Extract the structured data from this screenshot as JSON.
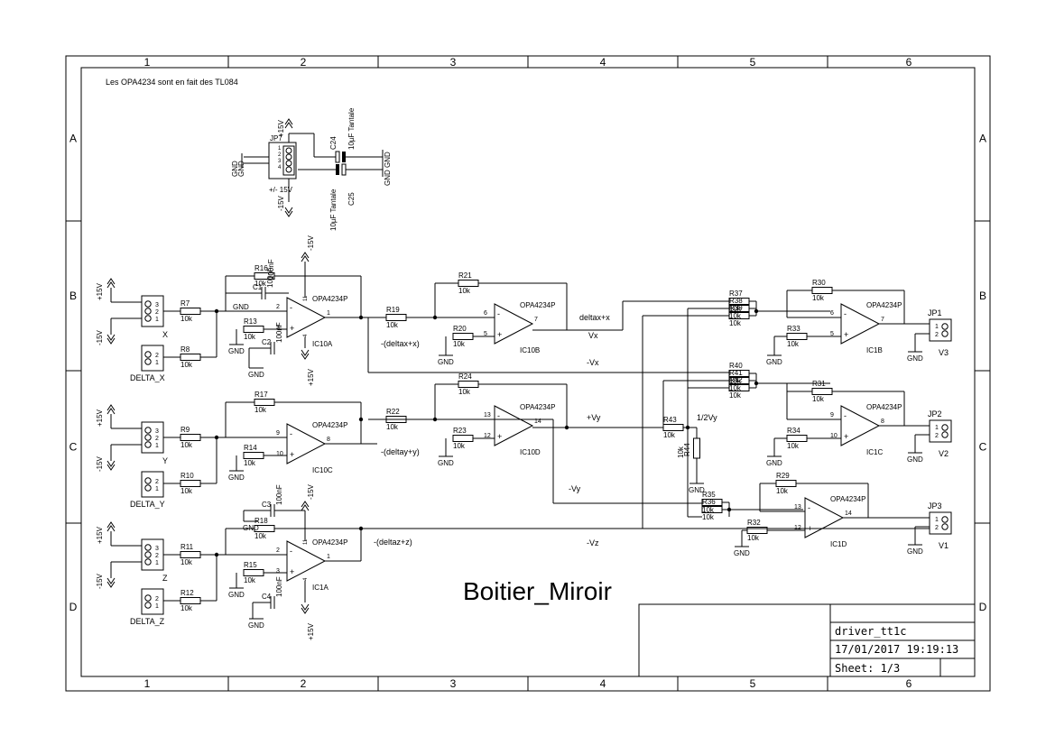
{
  "frame": {
    "col_labels": [
      "1",
      "2",
      "3",
      "4",
      "5",
      "6"
    ],
    "row_labels": [
      "A",
      "B",
      "C",
      "D"
    ]
  },
  "note": "Les OPA4234 sont en fait des TL084",
  "title": "Boitier_Miroir",
  "title_block": {
    "name": "driver_tt1c",
    "date": "17/01/2017 19:19:13",
    "sheet": "Sheet: 1/3"
  },
  "power_header": {
    "ref": "JP7",
    "pins": [
      "1",
      "2",
      "3",
      "4"
    ],
    "label_top": "+15V",
    "label_bottom": "-15V",
    "label_pm": "+/- 15V",
    "gnd_left_a": "GND",
    "gnd_left_b": "GND",
    "gnd_right_a": "GND",
    "gnd_right_b": "GND",
    "cap_top": {
      "ref": "C24",
      "value": "10µF Tantale"
    },
    "cap_bottom": {
      "ref": "C25",
      "value": "10µF Tantale"
    }
  },
  "inputs": [
    {
      "conn_pins": [
        "3",
        "2",
        "1"
      ],
      "name": "X",
      "delta": "DELTA_X",
      "pos": "+15V",
      "neg": "-15V"
    },
    {
      "conn_pins": [
        "3",
        "2",
        "1"
      ],
      "name": "Y",
      "delta": "DELTA_Y",
      "pos": "+15V",
      "neg": "-15V"
    },
    {
      "conn_pins": [
        "3",
        "2",
        "1"
      ],
      "name": "Z",
      "delta": "DELTA_Z",
      "pos": "+15V",
      "neg": "-15V"
    }
  ],
  "resistors": {
    "R7": "10k",
    "R8": "10k",
    "R9": "10k",
    "R10": "10k",
    "R11": "10k",
    "R12": "10k",
    "R13": "10k",
    "R14": "10k",
    "R15": "10k",
    "R16": "10k",
    "R17": "10k",
    "R18": "10k",
    "R19": "10k",
    "R20": "10k",
    "R21": "10k",
    "R22": "10k",
    "R23": "10k",
    "R24": "10k",
    "R29": "10k",
    "R30": "10k",
    "R31": "10k",
    "R32": "10k",
    "R33": "10k",
    "R34": "10k",
    "R35": "10k",
    "R36": "10k",
    "R37": "10k",
    "R38": "10k",
    "R39": "10k",
    "R40": "10k",
    "R41": "10k",
    "R42": "10k",
    "R43": "10k",
    "R44": "10k"
  },
  "caps": {
    "C1": "100nF",
    "C2": "100nF",
    "C3": "100nF",
    "C4": "100nF"
  },
  "opamps": {
    "part": "OPA4234P",
    "IC10A": {
      "ref": "IC10A",
      "pins": [
        "2",
        "3",
        "1"
      ],
      "supply": [
        "11",
        "4"
      ]
    },
    "IC10B": {
      "ref": "IC10B",
      "pins": [
        "6",
        "5",
        "7"
      ]
    },
    "IC10C": {
      "ref": "IC10C",
      "pins": [
        "9",
        "10",
        "8"
      ]
    },
    "IC10D": {
      "ref": "IC10D",
      "pins": [
        "13",
        "12",
        "14"
      ]
    },
    "IC1A": {
      "ref": "IC1A",
      "pins": [
        "2",
        "3",
        "1"
      ],
      "supply": [
        "11",
        "4"
      ]
    },
    "IC1B": {
      "ref": "IC1B",
      "pins": [
        "6",
        "5",
        "7"
      ]
    },
    "IC1C": {
      "ref": "IC1C",
      "pins": [
        "9",
        "10",
        "8"
      ]
    },
    "IC1D": {
      "ref": "IC1D",
      "pins": [
        "13",
        "12",
        "14"
      ]
    }
  },
  "nets": {
    "dx": "-(deltax+x)",
    "dy": "-(deltay+y)",
    "dz": "-(deltaz+z)",
    "deltax_plus_x": "deltax+x",
    "vx": "Vx",
    "neg_vx": "-Vx",
    "vy": "+Vy",
    "neg_vy": "-Vy",
    "neg_vz": "-Vz",
    "half_vy": "1/2Vy"
  },
  "outputs": [
    {
      "ref": "JP1",
      "name": "V3",
      "pins": [
        "1",
        "2"
      ]
    },
    {
      "ref": "JP2",
      "name": "V2",
      "pins": [
        "1",
        "2"
      ]
    },
    {
      "ref": "JP3",
      "name": "V1",
      "pins": [
        "1",
        "2"
      ]
    }
  ],
  "symbols": {
    "gnd": "GND",
    "pos": "+15V",
    "neg": "-15V",
    "plus": "+",
    "minus": "-"
  }
}
